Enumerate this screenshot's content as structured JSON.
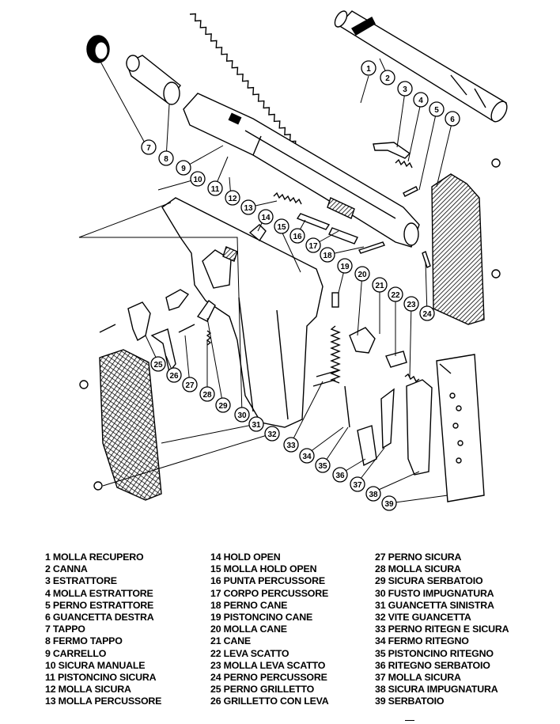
{
  "legend": {
    "columns": [
      [
        "1 MOLLA RECUPERO",
        "2 CANNA",
        "3 ESTRATTORE",
        "4 MOLLA ESTRATTORE",
        "5 PERNO ESTRATTORE",
        "6 GUANCETTA DESTRA",
        "7 TAPPO",
        "8 FERMO TAPPO",
        "9 CARRELLO",
        "10 SICURA MANUALE",
        "11 PISTONCINO SICURA",
        "12 MOLLA SICURA",
        "13 MOLLA PERCUSSORE"
      ],
      [
        "14 HOLD OPEN",
        "15 MOLLA HOLD OPEN",
        "16 PUNTA PERCUSSORE",
        "17 CORPO PERCUSSORE",
        "18 PERNO CANE",
        "19 PISTONCINO CANE",
        "20 MOLLA CANE",
        "21 CANE",
        "22 LEVA SCATTO",
        "23 MOLLA LEVA SCATTO",
        "24 PERNO PERCUSSORE",
        "25 PERNO GRILLETTO",
        "26 GRILLETTO CON LEVA"
      ],
      [
        "27 PERNO SICURA",
        "28 MOLLA SICURA",
        "29 SICURA SERBATOIO",
        "30 FUSTO IMPUGNATURA",
        "31 GUANCETTA SINISTRA",
        "32 VITE GUANCETTA",
        "33 PERNO RITEGN E SICURA",
        "34 FERMO RITEGNO",
        "35 PISTONCINO RITEGNO",
        "36 RITEGNO SERBATOIO",
        "37 MOLLA SICURA",
        "38 SICURA IMPUGNATURA",
        "39 SERBATOIO"
      ]
    ]
  },
  "diagram": {
    "callouts": [
      "1",
      "2",
      "3",
      "4",
      "5",
      "6",
      "7",
      "8",
      "9",
      "10",
      "11",
      "12",
      "13",
      "14",
      "15",
      "16",
      "17",
      "18",
      "19",
      "20",
      "21",
      "22",
      "23",
      "24",
      "25",
      "26",
      "27",
      "28",
      "29",
      "30",
      "31",
      "32",
      "33",
      "34",
      "35",
      "36",
      "37",
      "38",
      "39"
    ],
    "parts": [
      "recoil-spring",
      "barrel",
      "extractor",
      "extractor-spring",
      "extractor-pin",
      "right-grip",
      "cap",
      "cap-retainer",
      "slide",
      "manual-safety",
      "safety-plunger",
      "safety-spring",
      "firing-pin-spring",
      "hold-open",
      "hold-open-spring",
      "firing-pin-tip",
      "firing-pin-body",
      "hammer-pin",
      "hammer-plunger",
      "hammer-spring",
      "hammer",
      "trigger-bar",
      "trigger-bar-spring",
      "firing-pin-retainer",
      "trigger-pin",
      "trigger-with-lever",
      "safety-pin",
      "safety-spring-2",
      "magazine-safety",
      "frame",
      "left-grip",
      "grip-screw",
      "catch-and-safety-pin",
      "catch-stop",
      "catch-plunger",
      "magazine-catch",
      "safety-spring-3",
      "grip-safety",
      "magazine"
    ]
  }
}
